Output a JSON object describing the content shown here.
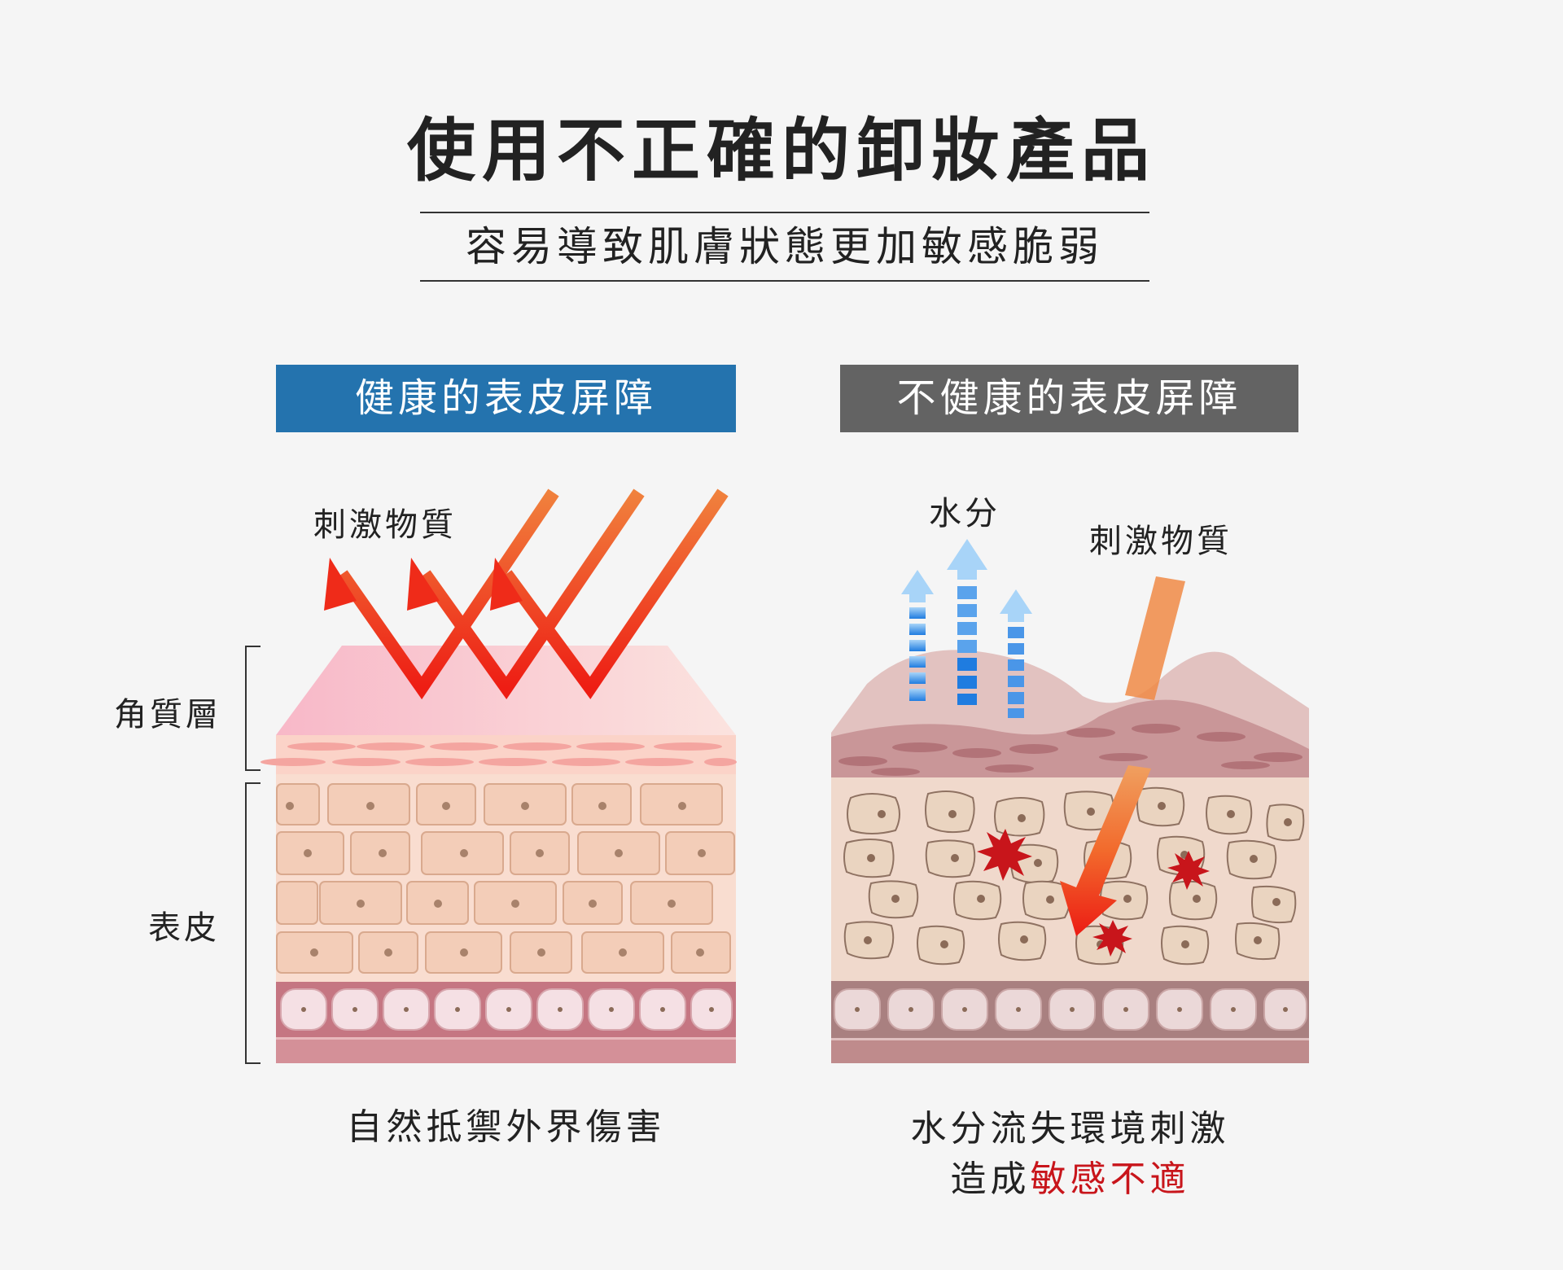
{
  "title": "使用不正確的卸妝產品",
  "subtitle": "容易導致肌膚狀態更加敏感脆弱",
  "healthy": {
    "header": "健康的表皮屏障",
    "irritant_label": "刺激物質",
    "caption": "自然抵禦外界傷害"
  },
  "unhealthy": {
    "header": "不健康的表皮屏障",
    "water_label": "水分",
    "irritant_label": "刺激物質",
    "caption_line1": "水分流失環境刺激",
    "caption_line2_prefix": "造成",
    "caption_line2_highlight": "敏感不適"
  },
  "side_labels": {
    "stratum_corneum": "角質層",
    "epidermis": "表皮"
  },
  "colors": {
    "healthy_header": "#2473ae",
    "unhealthy_header": "#636363",
    "highlight_red": "#c8151b"
  }
}
